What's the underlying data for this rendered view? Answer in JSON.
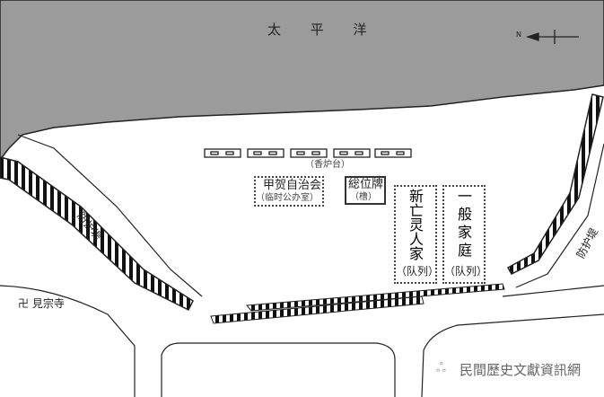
{
  "sea_label": "太 平 洋",
  "north_label": "N",
  "incense_label": "（香炉台）",
  "koga_council": {
    "title": "甲贺自治会",
    "sub": "（临时公办室）"
  },
  "memorial_tablet": {
    "title": "総位牌",
    "sub": "（橹）"
  },
  "new_dead_families": {
    "title": "新亡灵人家",
    "sub": "（队列）"
  },
  "general_families": {
    "title": "一般家庭",
    "sub": "（队列）"
  },
  "breakwater_left": "防护堤",
  "breakwater_right": "防护堤",
  "temple": "卍 見宗寺",
  "watermark": "民間歷史文獻資訊網",
  "colors": {
    "sea": "#9b9b9b",
    "line": "#222222"
  }
}
